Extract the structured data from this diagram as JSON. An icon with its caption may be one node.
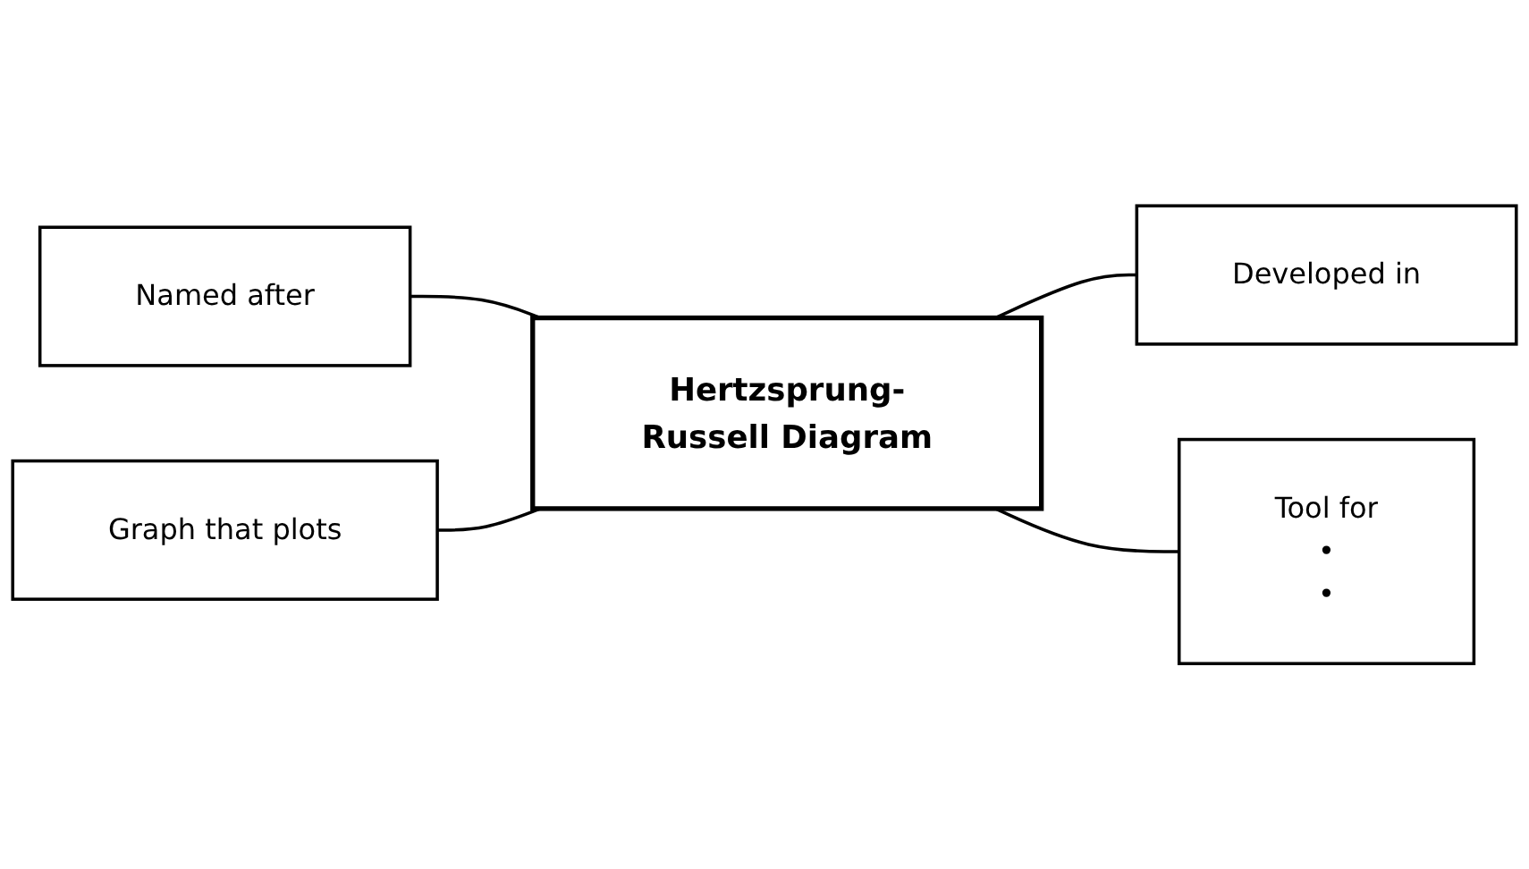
{
  "diagram": {
    "nodes": [
      {
        "text": [
          "Named after"
        ]
      },
      {
        "text": [
          "Developed in"
        ]
      },
      {
        "text": [
          "Hertzsprung-Russell Diagram"
        ]
      },
      {
        "text": [
          "Graph that plots"
        ]
      },
      {
        "text": [
          "Tool for",
          "•",
          "•"
        ]
      }
    ],
    "edges": [
      {
        "from": 0,
        "to": 2,
        "arrow": "none"
      },
      {
        "from": 2,
        "to": 1,
        "arrow": "none"
      },
      {
        "from": 3,
        "to": 2,
        "arrow": "none"
      },
      {
        "from": 2,
        "to": 4,
        "arrow": "none"
      }
    ]
  }
}
